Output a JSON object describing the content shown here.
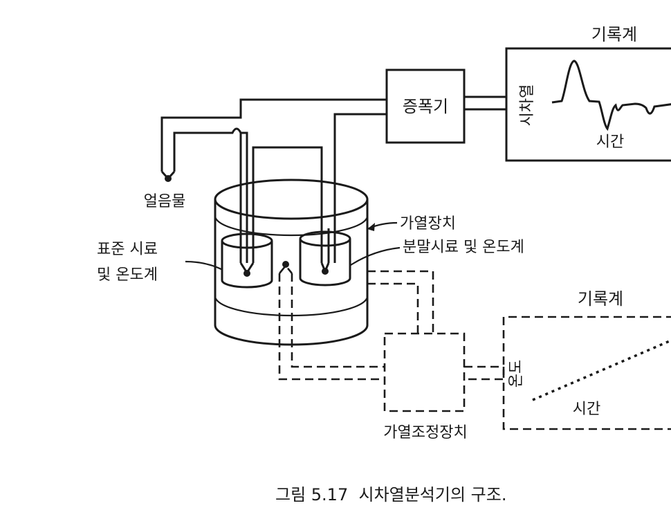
{
  "labels": {
    "recorder_top": "기록계",
    "amplifier": "증폭기",
    "delta_t_axis": "시차열",
    "time_axis_top": "시간",
    "ice_water": "얼음물",
    "heating_device": "가열장치",
    "standard_sample_line1": "표준 시료",
    "standard_sample_line2": "및 온도계",
    "powder_sample": "분말시료 및 온도계",
    "recorder_bottom": "기록계",
    "temperature_axis": "온도",
    "time_axis_bottom": "시간",
    "heating_controller": "가열조정장치"
  },
  "caption": "그림 5.17  시차열분석기의 구조."
}
